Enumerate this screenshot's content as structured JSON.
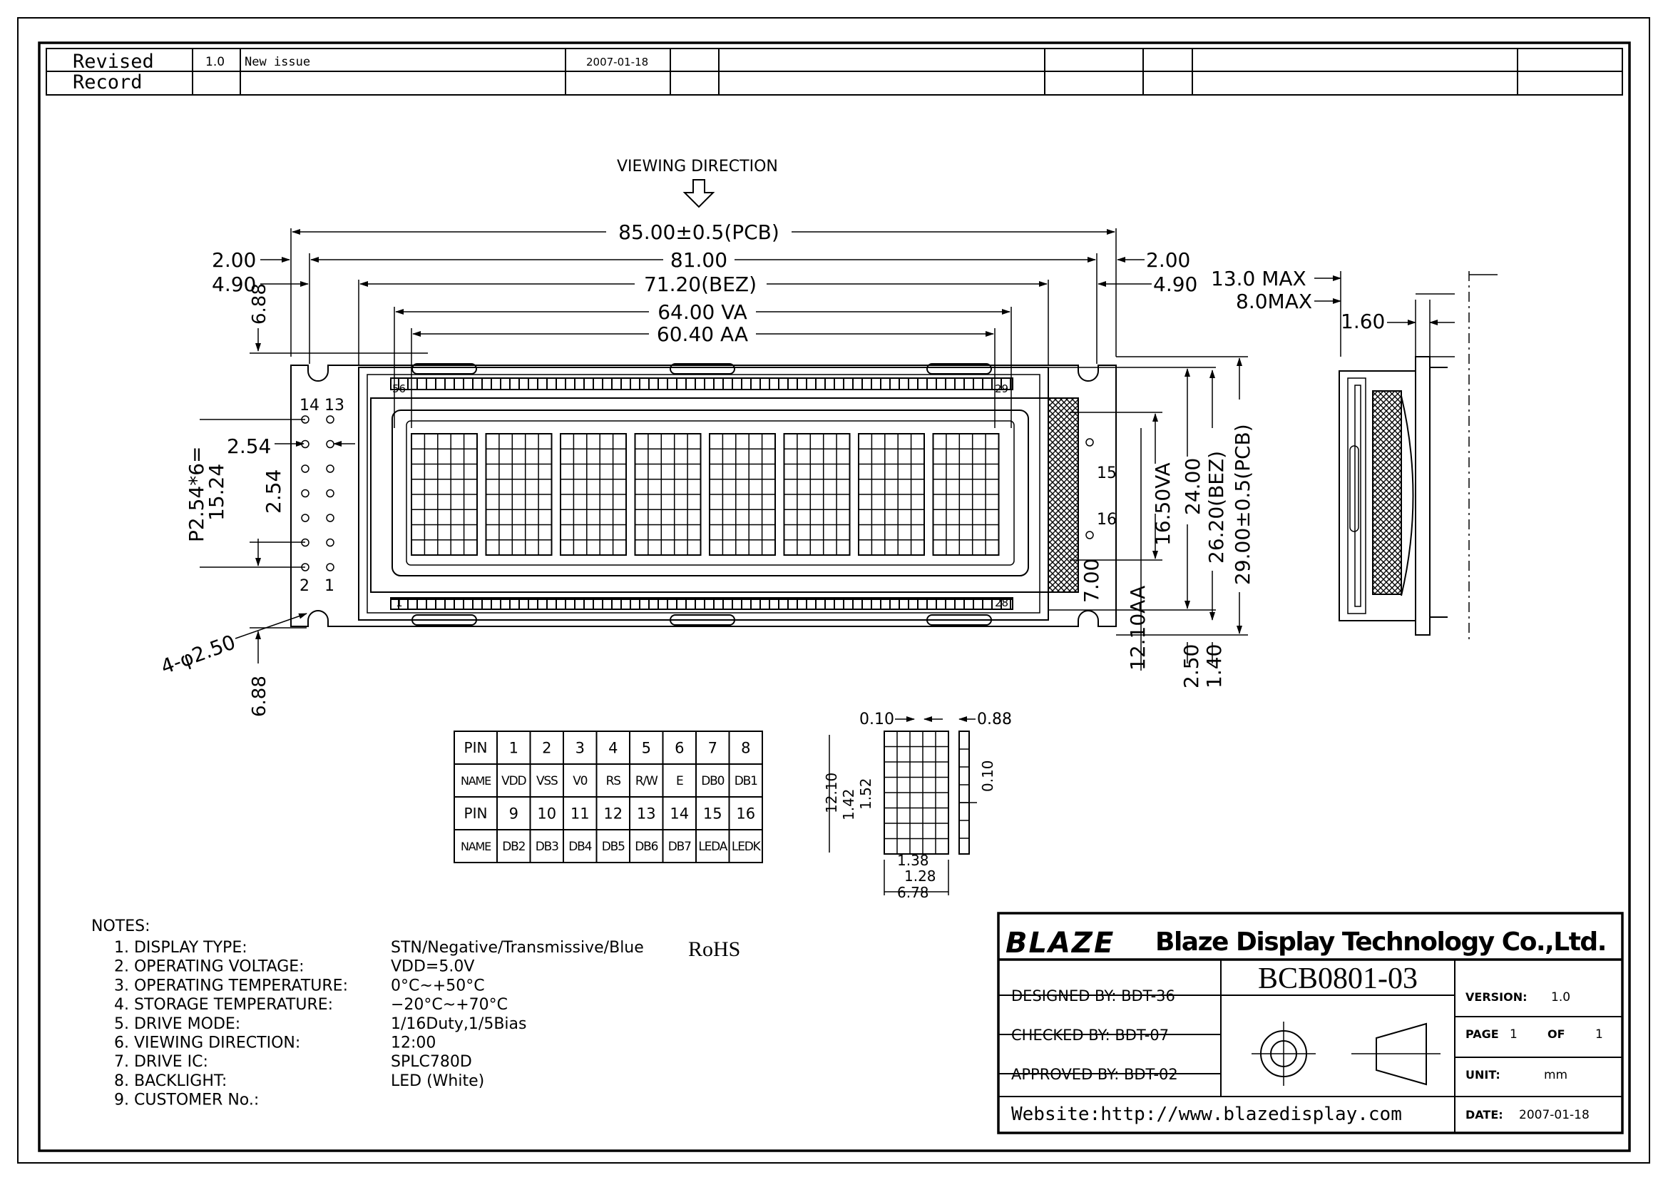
{
  "revision": {
    "label_1": "Revised",
    "label_2": "Record",
    "version": "1.0",
    "description": "New issue",
    "date": "2007-01-18"
  },
  "viewing_direction": "VIEWING DIRECTION",
  "dimensions": {
    "pcb_width": "85.00±0.5(PCB)",
    "hole_span": "81.00",
    "bezel_width": "71.20(BEZ)",
    "va_width": "64.00 VA",
    "aa_width": "60.40 AA",
    "left_margin_1": "2.00",
    "left_margin_2": "4.90",
    "right_margin_1": "2.00",
    "right_margin_2": "4.90",
    "top_offset": "6.88",
    "bottom_offset": "6.88",
    "pitch_label": "P2.54*6=",
    "pitch_total": "15.24",
    "pin_pitch_h": "2.54",
    "pin_pitch_v": "2.54",
    "hole_dia": "4-φ2.50",
    "va_height": "16.50VA",
    "bez_inner": "24.00",
    "bez_height": "26.20(BEZ)",
    "pcb_height": "29.00±0.5(PCB)",
    "dim_700": "7.00",
    "aa_height": "12.10AA",
    "dim_250": "2.50",
    "dim_140": "1.40",
    "side_max_1": "13.0 MAX",
    "side_max_2": "8.0MAX",
    "side_pcb": "1.60"
  },
  "pin_labels": {
    "p14": "14",
    "p13": "13",
    "p2": "2",
    "p1": "1",
    "p15": "15",
    "p16": "16",
    "c56": "56",
    "c29": "29",
    "c1": "1",
    "c28": "28"
  },
  "char_dims": {
    "d010a": "0.10",
    "d088": "0.88",
    "d1210": "12.10",
    "d142": "1.42",
    "d152": "1.52",
    "d010b": "0.10",
    "d138": "1.38",
    "d128": "1.28",
    "d678": "6.78"
  },
  "pin_table": {
    "rows": [
      [
        "PIN",
        "1",
        "2",
        "3",
        "4",
        "5",
        "6",
        "7",
        "8"
      ],
      [
        "NAME",
        "VDD",
        "VSS",
        "V0",
        "RS",
        "R/W",
        "E",
        "DB0",
        "DB1"
      ],
      [
        "PIN",
        "9",
        "10",
        "11",
        "12",
        "13",
        "14",
        "15",
        "16"
      ],
      [
        "NAME",
        "DB2",
        "DB3",
        "DB4",
        "DB5",
        "DB6",
        "DB7",
        "LEDA",
        "LEDK"
      ]
    ]
  },
  "notes": {
    "title": "NOTES:",
    "items": [
      {
        "label": "1.  DISPLAY  TYPE:",
        "value": "STN/Negative/Transmissive/Blue"
      },
      {
        "label": "2.  OPERATING  VOLTAGE:",
        "value": "VDD=5.0V"
      },
      {
        "label": "3.  OPERATING  TEMPERATURE:",
        "value": "0°C~+50°C"
      },
      {
        "label": "4.  STORAGE  TEMPERATURE:",
        "value": "−20°C~+70°C"
      },
      {
        "label": "5.  DRIVE  MODE:",
        "value": "1/16Duty,1/5Bias"
      },
      {
        "label": "6.  VIEWING  DIRECTION:",
        "value": "12:00"
      },
      {
        "label": "7.  DRIVE  IC:",
        "value": "SPLC780D"
      },
      {
        "label": "8.  BACKLIGHT:",
        "value": "LED  (White)"
      },
      {
        "label": "9.  CUSTOMER  No.:",
        "value": ""
      }
    ],
    "rohs": "RoHS"
  },
  "title_block": {
    "logo": "BLAZE",
    "company": "Blaze Display Technology Co.,Ltd.",
    "designed": "DESIGNED  BY:  BDT-36",
    "checked": "CHECKED  BY:  BDT-07",
    "approved": "APPROVED  BY: BDT-02",
    "part_no": "BCB0801-03",
    "website": "Website:http://www.blazedisplay.com",
    "version_label": "VERSION:",
    "version_value": "1.0",
    "page_label": "PAGE",
    "page_value": "1",
    "of_label": "OF",
    "of_value": "1",
    "unit_label": "UNIT:",
    "unit_value": "mm",
    "date_label": "DATE:",
    "date_value": "2007-01-18"
  }
}
